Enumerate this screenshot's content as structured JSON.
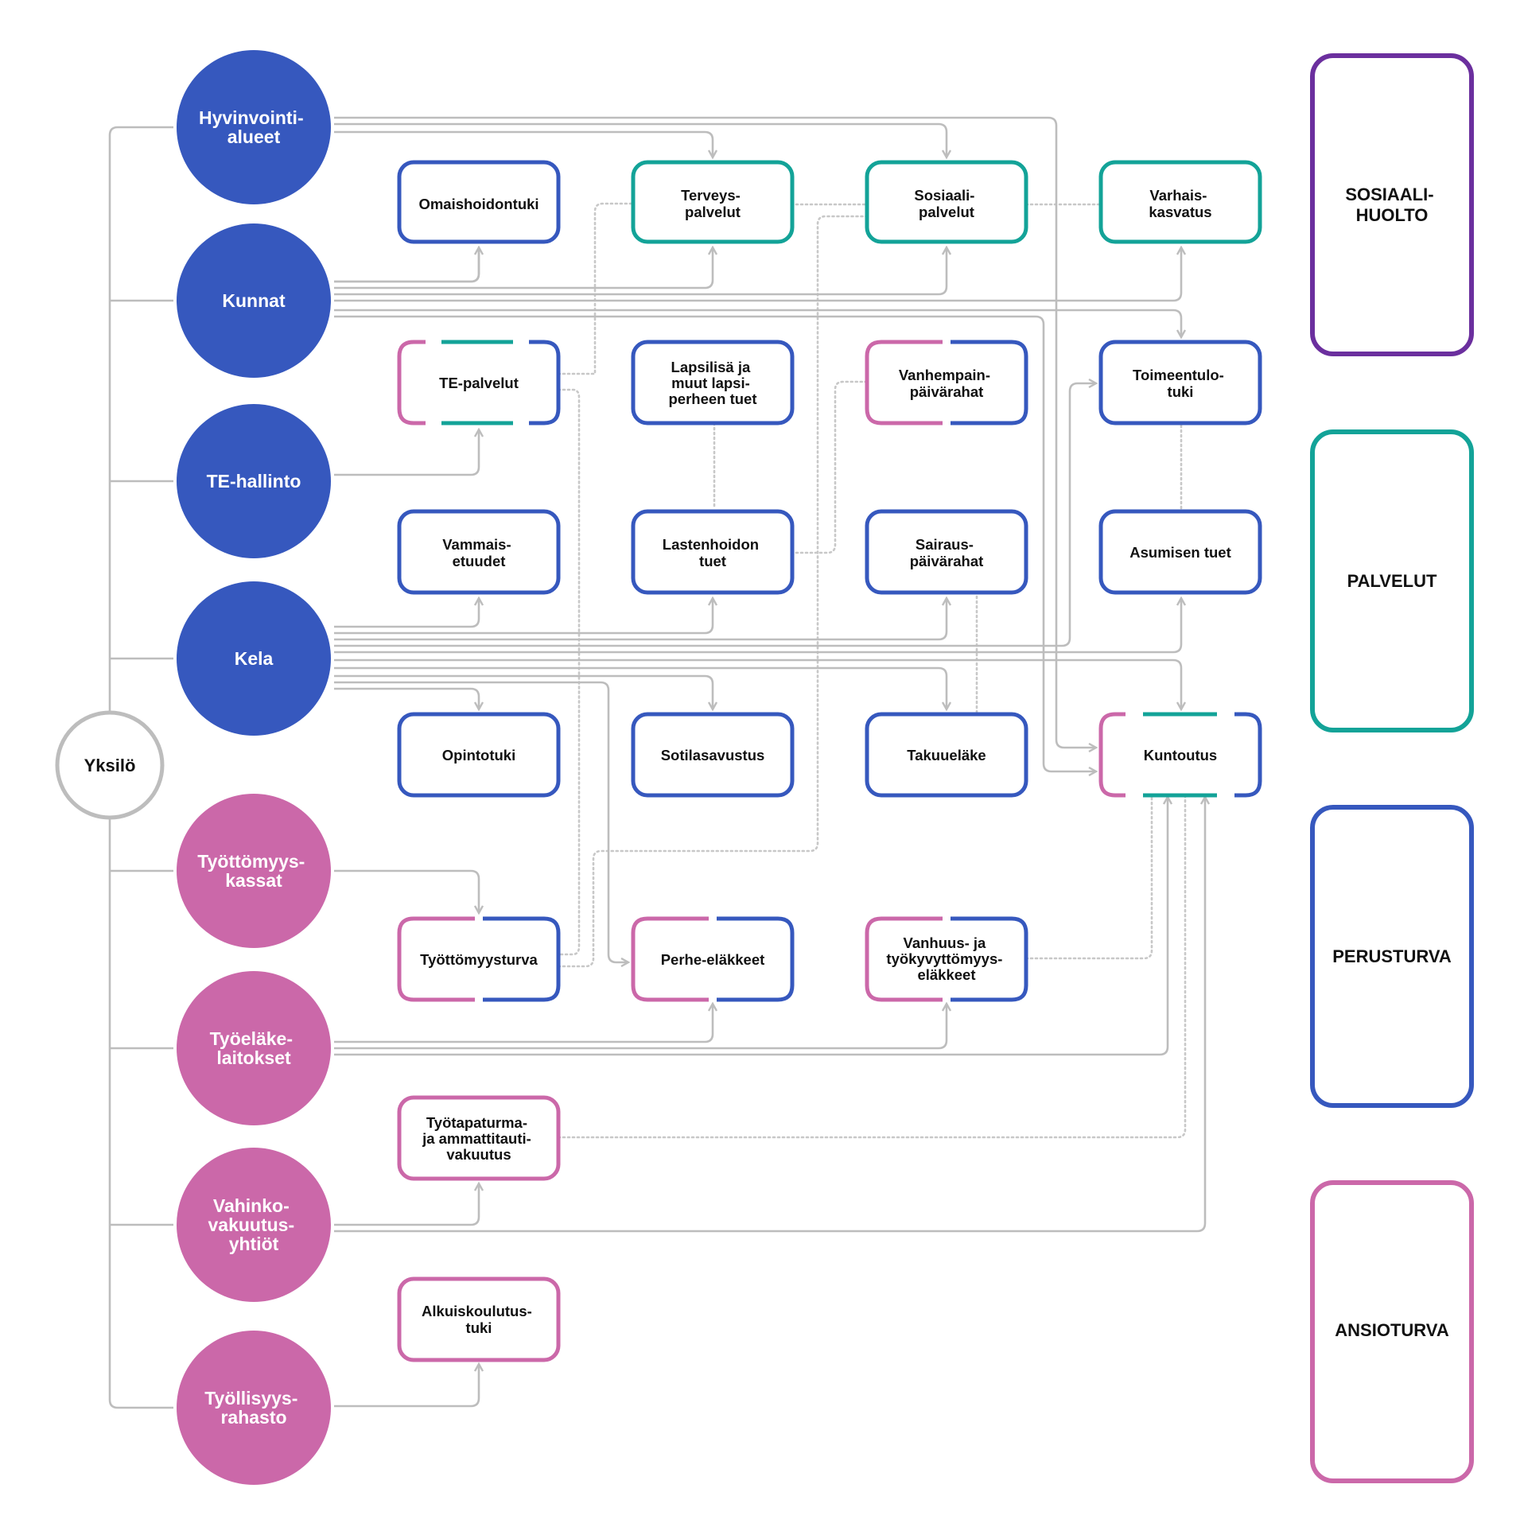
{
  "colors": {
    "provider_public": "#3658be",
    "provider_earnings": "#cb68a9",
    "sosiaalihuolto": "#6b2f9e",
    "palvelut": "#13a398",
    "perusturva": "#3658be",
    "ansioturva": "#cb68a9",
    "connector": "#bdbdbd",
    "root": "#bdbdbd"
  },
  "root": {
    "label": "Yksilö"
  },
  "providers": [
    {
      "id": "hyvinvointialueet",
      "lines": [
        "Hyvinvointi-",
        "alueet"
      ],
      "category": "public"
    },
    {
      "id": "kunnat",
      "lines": [
        "Kunnat"
      ],
      "category": "public"
    },
    {
      "id": "te-hallinto",
      "lines": [
        "TE-hallinto"
      ],
      "category": "public"
    },
    {
      "id": "kela",
      "lines": [
        "Kela"
      ],
      "category": "public"
    },
    {
      "id": "tyottomyyskassat",
      "lines": [
        "Työttömyys-",
        "kassat"
      ],
      "category": "earnings"
    },
    {
      "id": "tyoelakelaitokset",
      "lines": [
        "Työeläke-",
        "laitokset"
      ],
      "category": "earnings"
    },
    {
      "id": "vahinkovakuutusyhtiot",
      "lines": [
        "Vahinko-",
        "vakuutus-",
        "yhtiöt"
      ],
      "category": "earnings"
    },
    {
      "id": "tyollisyysrahasto",
      "lines": [
        "Työllisyys-",
        "rahasto"
      ],
      "category": "earnings"
    }
  ],
  "benefits": [
    {
      "id": "omaishoidontuki",
      "lines": [
        "Omaishoidontuki"
      ],
      "type": "perusturva"
    },
    {
      "id": "terveyspalvelut",
      "lines": [
        "Terveys-",
        "palvelut"
      ],
      "type": "palvelut"
    },
    {
      "id": "sosiaalipalvelut",
      "lines": [
        "Sosiaali-",
        "palvelut"
      ],
      "type": "palvelut"
    },
    {
      "id": "varhaiskasvatus",
      "lines": [
        "Varhais-",
        "kasvatus"
      ],
      "type": "palvelut"
    },
    {
      "id": "te-palvelut",
      "lines": [
        "TE-palvelut"
      ],
      "type": "ansioturva+palvelut+perusturva"
    },
    {
      "id": "lapsilisa",
      "lines": [
        "Lapsilisä ja",
        "muut lapsi-",
        "perheen tuet"
      ],
      "type": "perusturva"
    },
    {
      "id": "vanhempainpaivarahat",
      "lines": [
        "Vanhempain-",
        "päivärahat"
      ],
      "type": "ansioturva+perusturva"
    },
    {
      "id": "toimeentulotuki",
      "lines": [
        "Toimeentulo-",
        "tuki"
      ],
      "type": "perusturva"
    },
    {
      "id": "vammaisetuudet",
      "lines": [
        "Vammais-",
        "etuudet"
      ],
      "type": "perusturva"
    },
    {
      "id": "lastenhoidon-tuet",
      "lines": [
        "Lastenhoidon",
        "tuet"
      ],
      "type": "perusturva"
    },
    {
      "id": "sairauspaivarahat",
      "lines": [
        "Sairaus-",
        "päivärahat"
      ],
      "type": "perusturva"
    },
    {
      "id": "asumisen-tuet",
      "lines": [
        "Asumisen tuet"
      ],
      "type": "perusturva"
    },
    {
      "id": "opintotuki",
      "lines": [
        "Opintotuki"
      ],
      "type": "perusturva"
    },
    {
      "id": "sotilasavustus",
      "lines": [
        "Sotilasavustus"
      ],
      "type": "perusturva"
    },
    {
      "id": "takuuelake",
      "lines": [
        "Takuueläke"
      ],
      "type": "perusturva"
    },
    {
      "id": "kuntoutus",
      "lines": [
        "Kuntoutus"
      ],
      "type": "ansioturva+palvelut+perusturva"
    },
    {
      "id": "tyottomyysturva",
      "lines": [
        "Työttömyysturva"
      ],
      "type": "ansioturva+perusturva"
    },
    {
      "id": "perhe-elakkeet",
      "lines": [
        "Perhe-eläkkeet"
      ],
      "type": "ansioturva+perusturva"
    },
    {
      "id": "vanhuus-elakkeet",
      "lines": [
        "Vanhuus- ja",
        "työkyvyttömyys-",
        "eläkkeet"
      ],
      "type": "ansioturva+perusturva"
    },
    {
      "id": "tyotapaturma",
      "lines": [
        "Työtapaturma-",
        "ja ammattitauti-",
        "vakuutus"
      ],
      "type": "ansioturva"
    },
    {
      "id": "alkuiskoulutustuki",
      "lines": [
        "Alkuiskoulutus-",
        "tuki"
      ],
      "type": "ansioturva"
    }
  ],
  "legend": [
    {
      "id": "sosiaalihuolto",
      "lines": [
        "SOSIAALI-",
        "HUOLTO"
      ],
      "color_key": "sosiaalihuolto"
    },
    {
      "id": "palvelut",
      "lines": [
        "PALVELUT"
      ],
      "color_key": "palvelut"
    },
    {
      "id": "perusturva",
      "lines": [
        "PERUSTURVA"
      ],
      "color_key": "perusturva"
    },
    {
      "id": "ansioturva",
      "lines": [
        "ANSIOTURVA"
      ],
      "color_key": "ansioturva"
    }
  ],
  "funding_links": [
    [
      "hyvinvointialueet",
      "terveyspalvelut"
    ],
    [
      "hyvinvointialueet",
      "sosiaalipalvelut"
    ],
    [
      "hyvinvointialueet",
      "kuntoutus"
    ],
    [
      "kunnat",
      "omaishoidontuki"
    ],
    [
      "kunnat",
      "terveyspalvelut"
    ],
    [
      "kunnat",
      "sosiaalipalvelut"
    ],
    [
      "kunnat",
      "varhaiskasvatus"
    ],
    [
      "kunnat",
      "toimeentulotuki"
    ],
    [
      "kunnat",
      "kuntoutus"
    ],
    [
      "te-hallinto",
      "te-palvelut"
    ],
    [
      "kela",
      "vammaisetuudet"
    ],
    [
      "kela",
      "lastenhoidon-tuet"
    ],
    [
      "kela",
      "sairauspaivarahat"
    ],
    [
      "kela",
      "toimeentulotuki"
    ],
    [
      "kela",
      "asumisen-tuet"
    ],
    [
      "kela",
      "kuntoutus"
    ],
    [
      "kela",
      "opintotuki"
    ],
    [
      "kela",
      "sotilasavustus"
    ],
    [
      "kela",
      "takuuelake"
    ],
    [
      "kela",
      "perhe-elakkeet"
    ],
    [
      "tyottomyyskassat",
      "tyottomyysturva"
    ],
    [
      "tyoelakelaitokset",
      "perhe-elakkeet"
    ],
    [
      "tyoelakelaitokset",
      "vanhuus-elakkeet"
    ],
    [
      "tyoelakelaitokset",
      "kuntoutus"
    ],
    [
      "vahinkovakuutusyhtiot",
      "tyotapaturma"
    ],
    [
      "vahinkovakuutusyhtiot",
      "kuntoutus"
    ],
    [
      "tyollisyysrahasto",
      "alkuiskoulutustuki"
    ]
  ],
  "related_links": [
    [
      "terveyspalvelut",
      "sosiaalipalvelut"
    ],
    [
      "sosiaalipalvelut",
      "varhaiskasvatus"
    ],
    [
      "te-palvelut",
      "terveyspalvelut"
    ],
    [
      "lapsilisa",
      "lastenhoidon-tuet"
    ],
    [
      "lastenhoidon-tuet",
      "vanhempainpaivarahat"
    ],
    [
      "toimeentulotuki",
      "asumisen-tuet"
    ],
    [
      "sairauspaivarahat",
      "takuuelake"
    ],
    [
      "vanhuus-elakkeet",
      "kuntoutus"
    ],
    [
      "tyotapaturma",
      "kuntoutus"
    ],
    [
      "te-palvelut",
      "tyottomyysturva"
    ],
    [
      "tyottomyysturva",
      "sosiaalipalvelut"
    ]
  ]
}
